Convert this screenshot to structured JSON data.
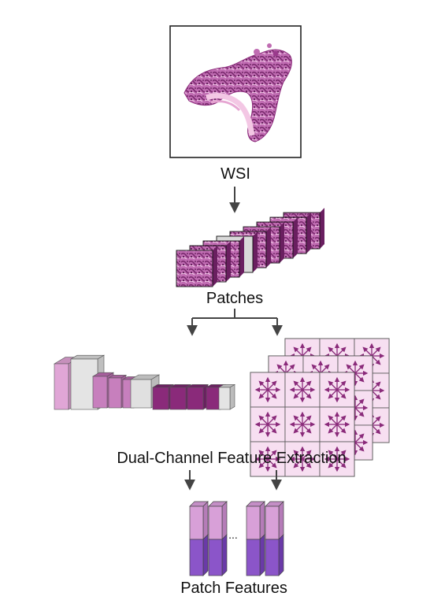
{
  "labels": {
    "wsi": "WSI",
    "patches": "Patches",
    "extraction": "Dual-Channel Feature Extraction",
    "features": "Patch Features",
    "ellipsis": "..."
  },
  "colors": {
    "arrow": "#444444",
    "frame": "#222222",
    "tissue_dark": "#8a2a7a",
    "tissue_mid": "#b45aa6",
    "tissue_light": "#e6b3d7",
    "pink_light": "#e0a6d6",
    "pink_mid": "#c77fbd",
    "purple_dark": "#8a2a7a",
    "gray": "#d9d9d9",
    "grid_fill": "#f7dff1",
    "grid_arrow": "#8a2a7a",
    "feature_top": "#d8a0d8",
    "feature_bottom": "#8b55c9"
  },
  "icons": {
    "wsi": "whole-slide-tissue-image",
    "patches": "stacked-patch-tiles",
    "cnn": "convolutional-network-blocks",
    "attention": "attention-grid-arrows",
    "features": "feature-vector-bars"
  }
}
